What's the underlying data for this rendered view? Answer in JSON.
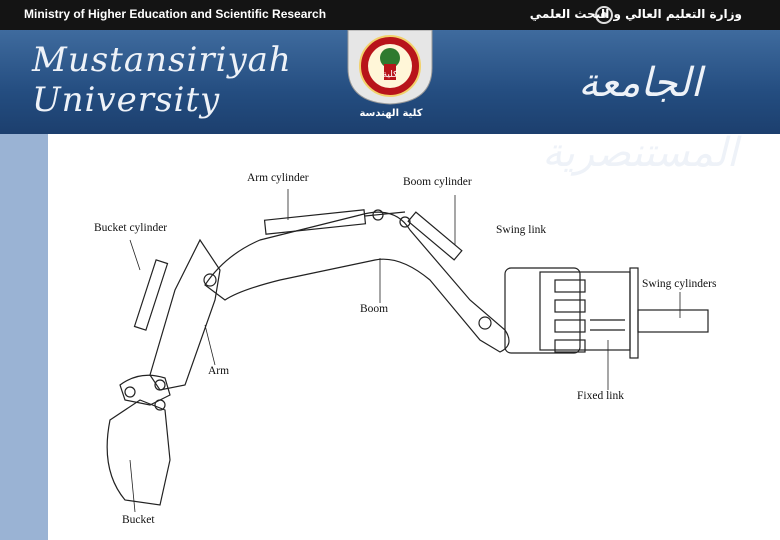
{
  "header": {
    "ministry_en": "Ministry of Higher Education and Scientific Research",
    "ministry_ar": "وزارة التعليم العالي و البحث العلمي",
    "university_line1": "Mustansiriyah",
    "university_line2": "University",
    "university_ar": "الجامعة المستنصرية",
    "college_ar": "كلية الهندسة",
    "emblem_text": "كلية"
  },
  "diagram": {
    "labels": {
      "arm_cylinder": "Arm cylinder",
      "boom_cylinder": "Boom cylinder",
      "bucket_cylinder": "Bucket cylinder",
      "swing_link": "Swing link",
      "swing_cylinders": "Swing cylinders",
      "boom": "Boom",
      "arm": "Arm",
      "fixed_link": "Fixed link",
      "bucket": "Bucket"
    }
  }
}
